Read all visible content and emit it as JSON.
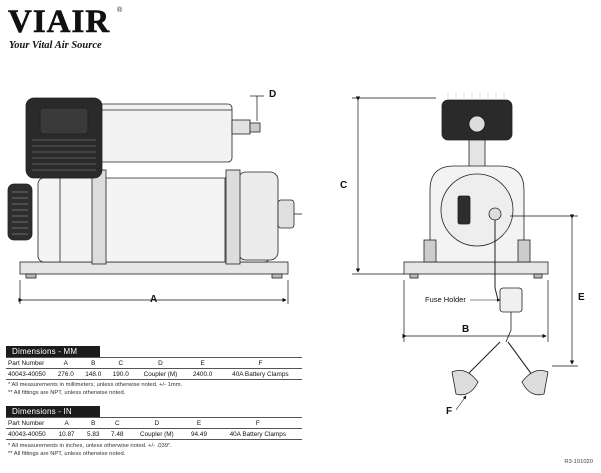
{
  "brand": {
    "name": "VIAIR",
    "registered_mark": "®",
    "tagline": "Your Vital Air Source"
  },
  "dimension_labels": {
    "A": "A",
    "B": "B",
    "C": "C",
    "D": "D",
    "E": "E",
    "F": "F"
  },
  "callouts": {
    "fuse_holder": "Fuse Holder"
  },
  "tables": {
    "mm": {
      "title": "Dimensions - MM",
      "columns": [
        "Part Number",
        "A",
        "B",
        "C",
        "D",
        "E",
        "F"
      ],
      "row": [
        "40043-40050",
        "276.0",
        "148.0",
        "190.0",
        "Coupler (M)",
        "2400.0",
        "40A Battery Clamps"
      ],
      "notes": [
        "* All measurements in millimeters, unless otherwise noted. +/- 1mm.",
        "** All fittings are NPT, unless otherwise noted."
      ]
    },
    "in": {
      "title": "Dimensions - IN",
      "columns": [
        "Part Number",
        "A",
        "B",
        "C",
        "D",
        "E",
        "F"
      ],
      "row": [
        "40043-40050",
        "10.87",
        "5.83",
        "7.48",
        "Coupler (M)",
        "94.49",
        "40A Battery Clamps"
      ],
      "notes": [
        "* All measurements in inches, unless otherwise noted. +/- .039\".",
        "** All fittings are NPT, unless otherwise noted."
      ]
    }
  },
  "reference_code": "R3-101020"
}
